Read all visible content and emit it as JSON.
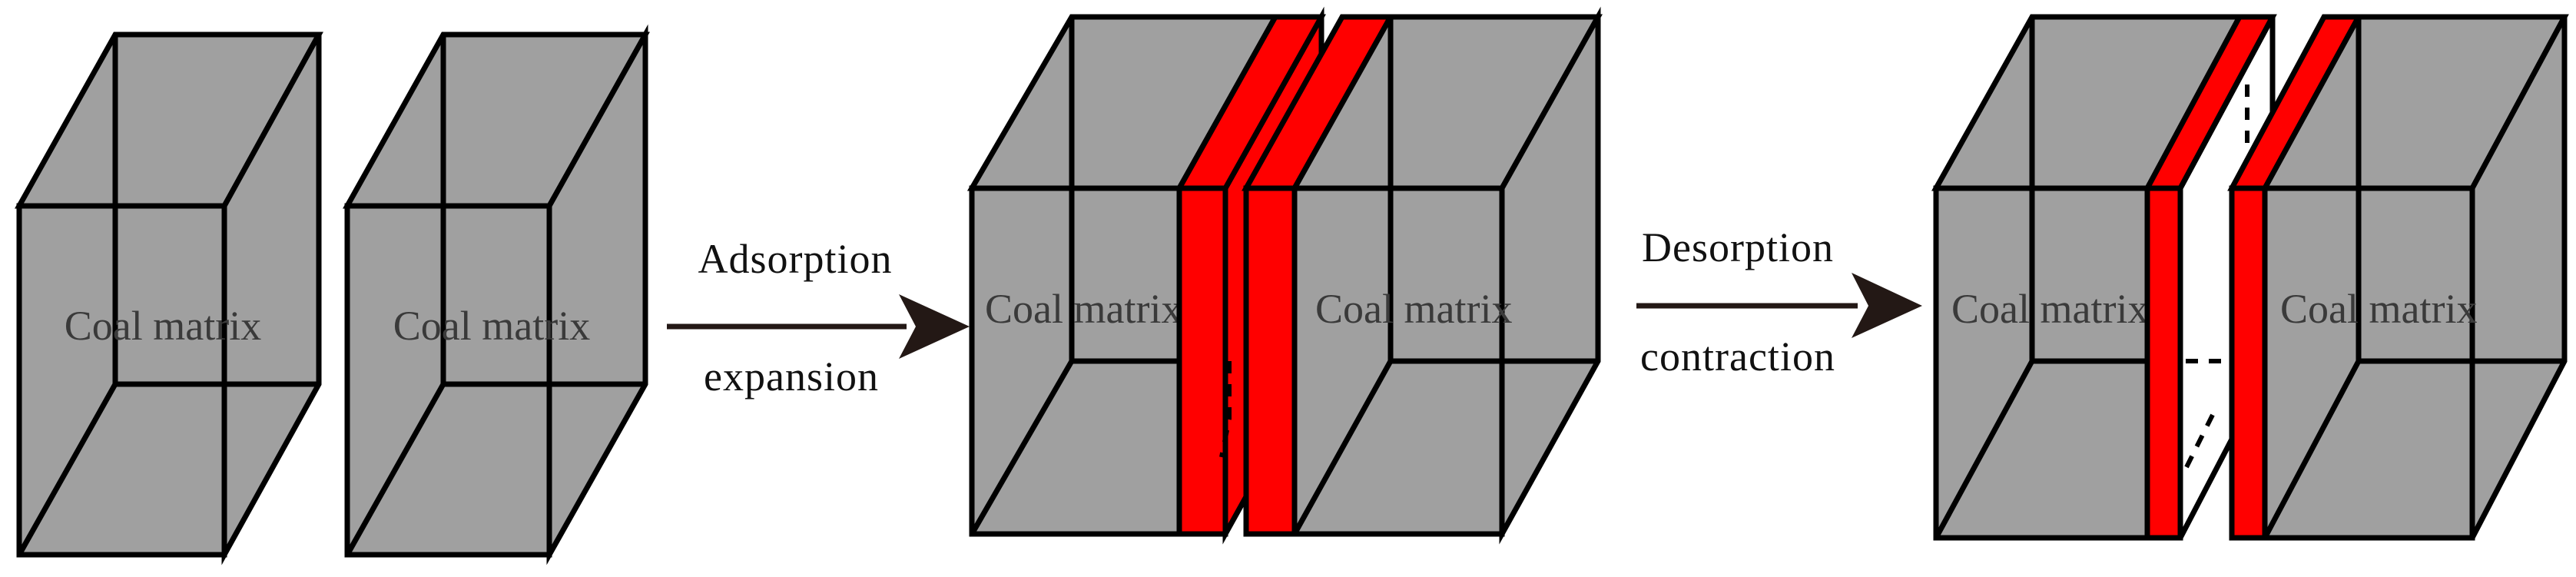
{
  "colors": {
    "coal": "#a0a0a0",
    "layer": "#ff0000",
    "arrow": "#231815",
    "line": "#000000"
  },
  "labels": {
    "coal_matrix": "Coal matrix"
  },
  "arrows": {
    "adsorption_line1": "Adsorption",
    "adsorption_line2": "expansion",
    "desorption_line1": "Desorption",
    "desorption_line2": "contraction"
  }
}
